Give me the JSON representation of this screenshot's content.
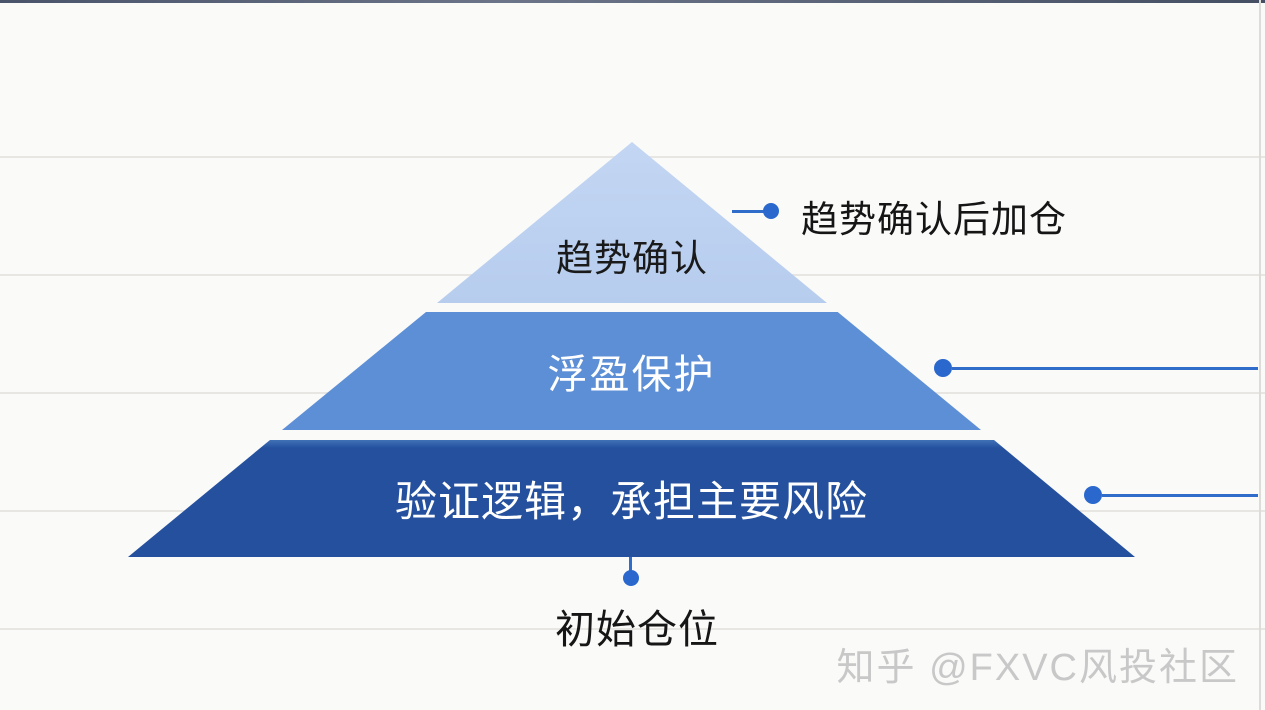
{
  "diagram": {
    "type": "pyramid",
    "tiers": [
      {
        "level": 1,
        "label": "趋势确认",
        "color": "#bdd1f0",
        "text_color": "#1a1a1a"
      },
      {
        "level": 2,
        "label": "浮盈保护",
        "color": "#5d8fd6",
        "text_color": "#ffffff"
      },
      {
        "level": 3,
        "label": "验证逻辑，承担主要风险",
        "color": "#24509e",
        "text_color": "#ffffff"
      }
    ],
    "callouts": {
      "tier1": {
        "label": "趋势确认后加仓",
        "attaches_to": "tier-1"
      },
      "tier2": {
        "attaches_to": "tier-2"
      },
      "tier3": {
        "attaches_to": "tier-3"
      },
      "base": {
        "label": "初始仓位",
        "attaches_to": "tier-3"
      }
    }
  },
  "watermark": {
    "text": "知乎 @FXVC风投社区",
    "color": "#c8c8c8"
  },
  "colors": {
    "background": "#fafaf9",
    "accent_blue": "#2a68cd",
    "connector_blue": "#306cc9",
    "ruled_line": "#e7e6e3",
    "tier_top": "#bdd1f0",
    "tier_middle": "#5d8fd6",
    "tier_bottom": "#24509e"
  }
}
